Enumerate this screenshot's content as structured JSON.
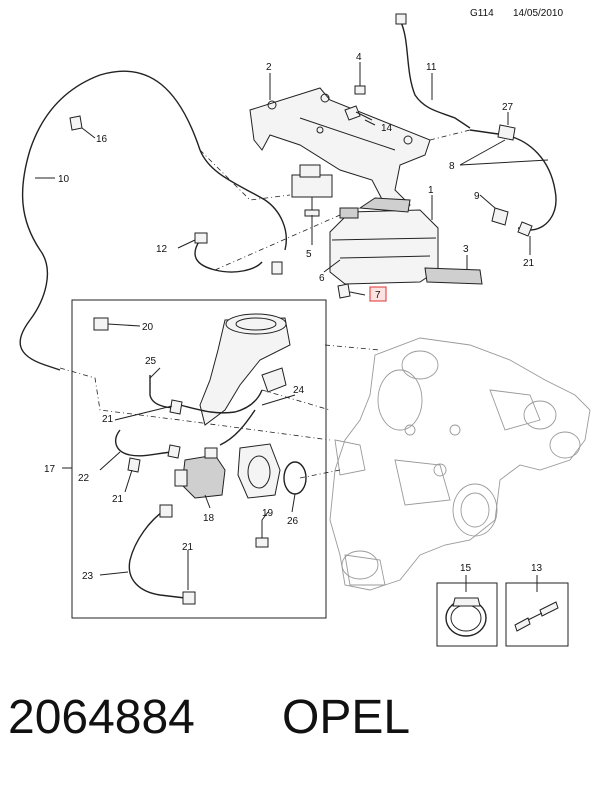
{
  "header": {
    "code": "G114",
    "date": "14/05/2010"
  },
  "footer": {
    "part_number": "2064884",
    "brand": "OPEL"
  },
  "callouts": [
    "1",
    "2",
    "3",
    "4",
    "5",
    "6",
    "7",
    "8",
    "9",
    "10",
    "11",
    "12",
    "13",
    "14",
    "15",
    "16",
    "17",
    "18",
    "19",
    "20",
    "21",
    "22",
    "23",
    "24",
    "25",
    "26",
    "27"
  ],
  "highlighted_callout": "7",
  "colors": {
    "highlight": "#d33333",
    "ink": "#222222"
  }
}
